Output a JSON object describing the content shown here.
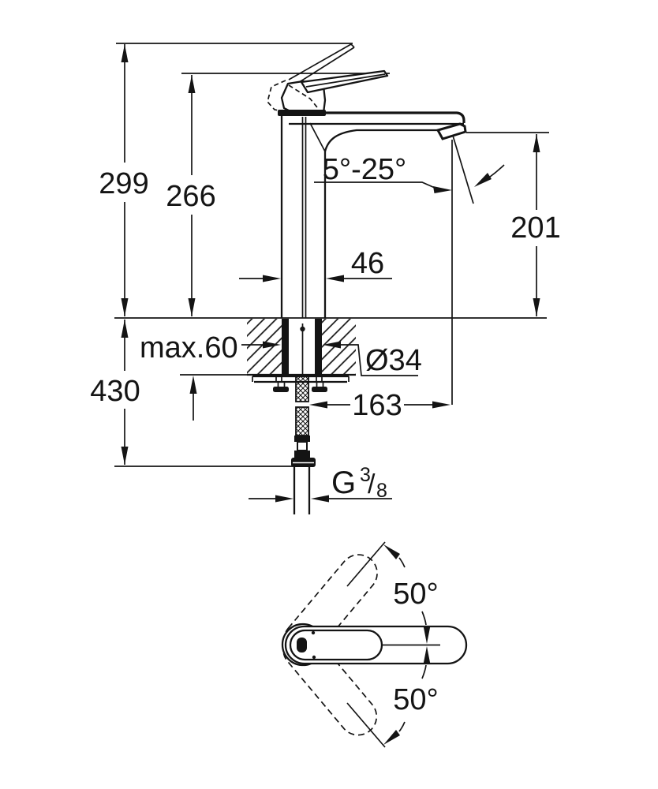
{
  "drawing": {
    "background": "#ffffff",
    "line_color": "#141414",
    "side_view": {
      "dim_overall_height": "299",
      "dim_handle_height": "266",
      "dim_spout_angle": "5°-25°",
      "dim_outlet_height": "201",
      "dim_body_width": "46",
      "dim_max_mounting_thickness": "max.60",
      "dim_hole_diameter": "Ø34",
      "dim_below_deck_length": "430",
      "dim_outlet_reach": "163",
      "thread": {
        "g": "G",
        "numerator": "3",
        "slash": "/",
        "denominator": "8"
      }
    },
    "top_view": {
      "dim_swivel_upper": "50°",
      "dim_swivel_lower": "50°"
    }
  }
}
